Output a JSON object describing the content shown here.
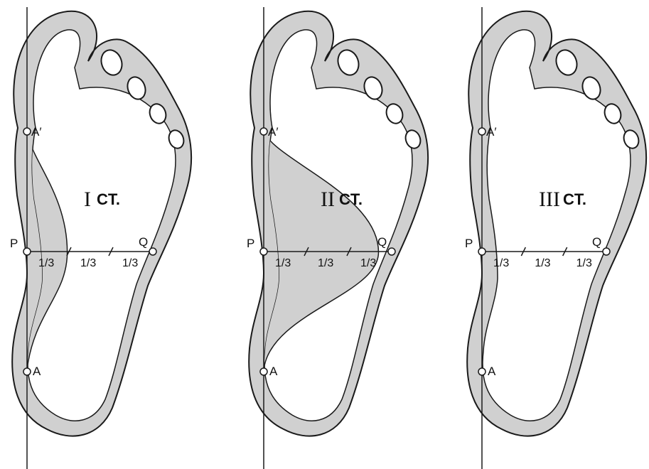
{
  "colors": {
    "fill": "#d0d0d0",
    "stroke": "#1a1a1a",
    "background": "#ffffff"
  },
  "labels": {
    "a_prime": "A′",
    "a": "A",
    "p": "P",
    "q": "Q",
    "third": "1/3",
    "ct": "CT."
  },
  "panels": [
    {
      "roman": "I",
      "contact_fraction": 0.333
    },
    {
      "roman": "II",
      "contact_fraction": 0.95
    },
    {
      "roman": "III",
      "contact_fraction": 0.0
    }
  ]
}
